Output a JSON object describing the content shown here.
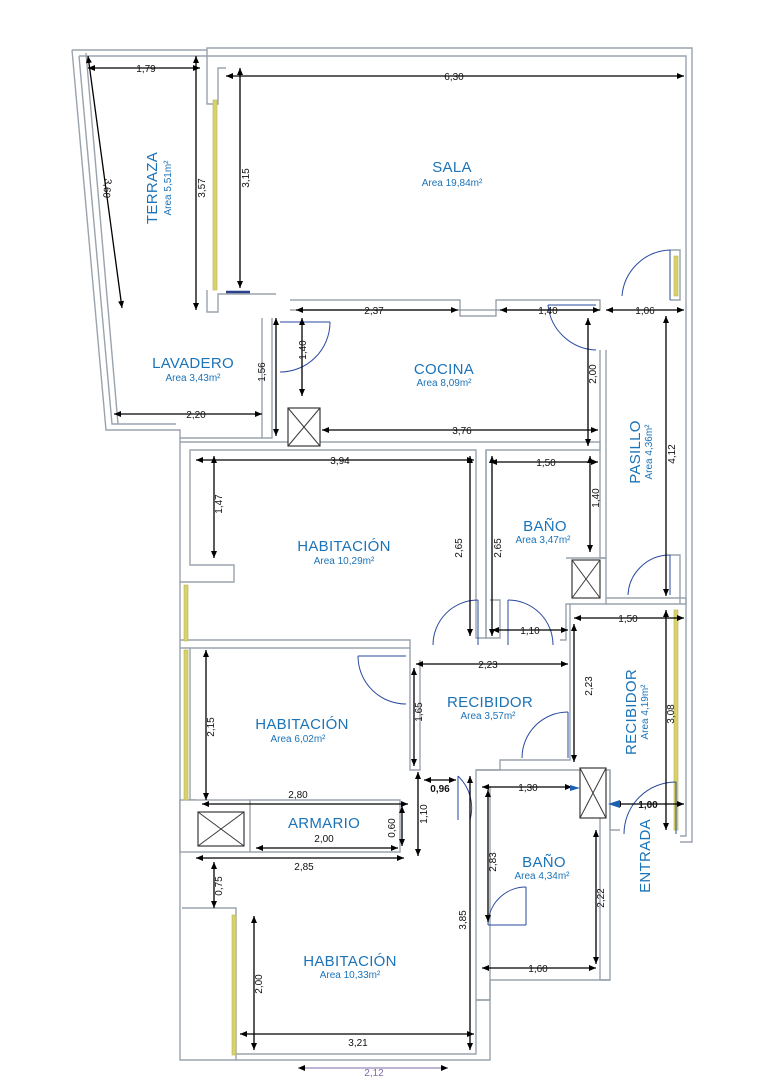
{
  "rooms": {
    "terraza": {
      "name": "TERRAZA",
      "area": "Area 5,51m²"
    },
    "sala": {
      "name": "SALA",
      "area": "Area 19,84m²"
    },
    "lavadero": {
      "name": "LAVADERO",
      "area": "Area 3,43m²"
    },
    "cocina": {
      "name": "COCINA",
      "area": "Area 8,09m²"
    },
    "pasillo": {
      "name": "PASILLO",
      "area": "Area 4,36m²"
    },
    "habitacion1": {
      "name": "HABITACIÓN",
      "area": "Area 10,29m²"
    },
    "bano1": {
      "name": "BAÑO",
      "area": "Area 3,47m²"
    },
    "recibidor1": {
      "name": "RECIBIDOR",
      "area": "Area 3,57m²"
    },
    "recibidor2": {
      "name": "RECIBIDOR",
      "area": "Area 4,19m²"
    },
    "habitacion2": {
      "name": "HABITACIÓN",
      "area": "Area 6,02m²"
    },
    "armario": {
      "name": "ARMARIO"
    },
    "bano2": {
      "name": "BAÑO",
      "area": "Area 4,34m²"
    },
    "entrada": {
      "name": "ENTRADA"
    },
    "habitacion3": {
      "name": "HABITACIÓN",
      "area": "Area 10,33m²"
    }
  },
  "dimensions": {
    "d_179": "1,79",
    "d_630": "6,30",
    "d_360": "3,60",
    "d_357": "3,57",
    "d_315": "3,15",
    "d_237": "2,37",
    "d_140a": "1,40",
    "d_106": "1,06",
    "d_140b": "1,40",
    "d_156": "1,56",
    "d_200a": "2,00",
    "d_220": "2,20",
    "d_376": "3,76",
    "d_412": "4,12",
    "d_394": "3,94",
    "d_150a": "1,50",
    "d_147": "1,47",
    "d_140c": "1,40",
    "d_265a": "2,65",
    "d_265b": "2,65",
    "d_110a": "1,10",
    "d_150b": "1,50",
    "d_223a": "2,23",
    "d_215": "2,15",
    "d_165": "1,65",
    "d_223b": "2,23",
    "d_308": "3,08",
    "d_280": "2,80",
    "d_096": "0,96",
    "d_130": "1,30",
    "d_100": "1,00",
    "d_060": "0,60",
    "d_110b": "1,10",
    "d_200b": "2,00",
    "d_285": "2,85",
    "d_283": "2,83",
    "d_222": "2,22",
    "d_075": "0,75",
    "d_385": "3,85",
    "d_160": "1,60",
    "d_200c": "2,00",
    "d_321": "3,21",
    "d_212": "2,12"
  },
  "colors": {
    "room_label": "#1b73b8",
    "wall": "#9aa3ad",
    "door": "#2a4aa0",
    "window": "#d8d26a",
    "dimension": "#000000"
  }
}
